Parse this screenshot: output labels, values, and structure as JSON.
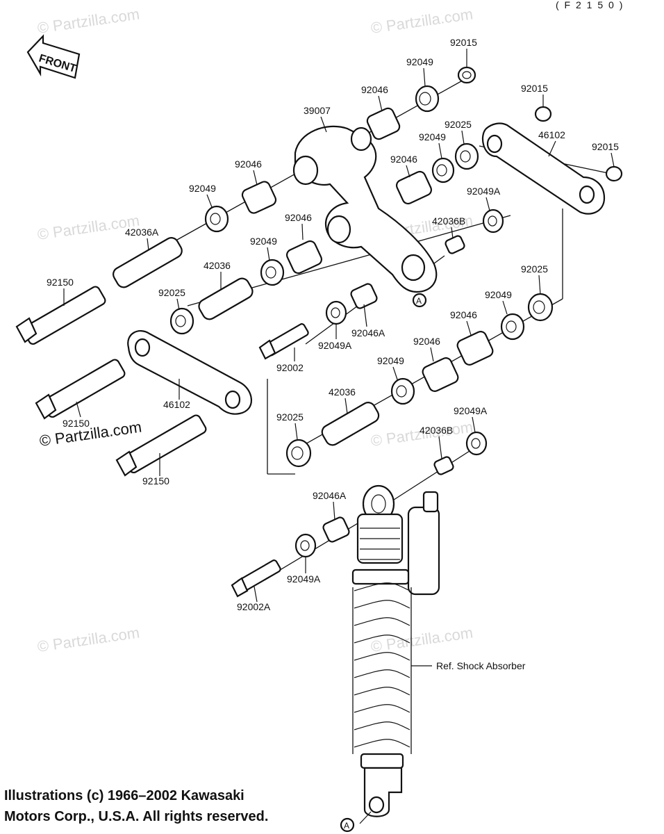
{
  "diagram_code": "( F 2 1 5 0 )",
  "front_label": "FRONT",
  "watermark": "© Partzilla.com",
  "ref_label": "Ref. Shock Absorber",
  "circle_marker": "A",
  "copyright_line1": "Illustrations (c) 1966–2002 Kawasaki",
  "copyright_line2": "Motors Corp., U.S.A.  All rights reserved.",
  "parts": [
    "92015",
    "92049",
    "92046",
    "39007",
    "92015",
    "92025",
    "92049",
    "46102",
    "92015",
    "92046",
    "92046",
    "92049",
    "92049A",
    "42036A",
    "92046",
    "42036B",
    "92049",
    "92150",
    "42036",
    "92025",
    "92025",
    "92049",
    "92046A",
    "92049A",
    "92002",
    "92046",
    "92049",
    "92046",
    "92150",
    "46102",
    "92049",
    "42036",
    "92049A",
    "92025",
    "42036B",
    "92150",
    "92046A",
    "92049A",
    "92002A"
  ]
}
